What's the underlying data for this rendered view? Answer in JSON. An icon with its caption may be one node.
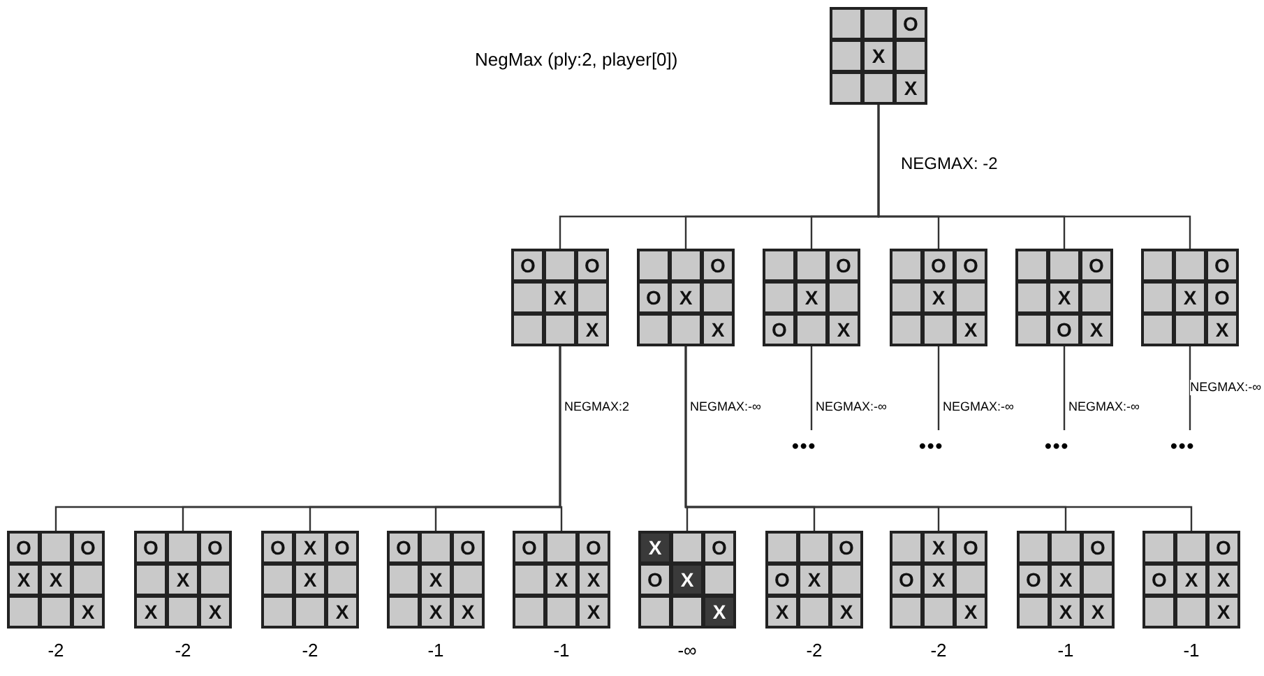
{
  "diagram": {
    "title": "NegMax (ply:2, player[0])",
    "nodes": [
      {
        "text": [],
        "shape": "box"
      },
      {
        "text": [],
        "shape": "box",
        "in": 0
      },
      {
        "text": [],
        "shape": "box",
        "in": 0
      },
      {
        "text": [
          "O"
        ],
        "in": 0
      },
      {
        "text": [],
        "shape": "box",
        "in": 0
      },
      {
        "text": [
          "X"
        ],
        "in": 0
      },
      {
        "text": [],
        "shape": "box",
        "in": 0
      },
      {
        "text": [],
        "shape": "box",
        "in": 0
      },
      {
        "text": [],
        "shape": "box",
        "in": 0
      },
      {
        "text": [
          "X"
        ],
        "in": 0
      },
      {
        "text": [],
        "shape": "box"
      },
      {
        "text": [
          "O"
        ],
        "in": 10
      },
      {
        "text": [],
        "shape": "box",
        "in": 10
      },
      {
        "text": [
          "O"
        ],
        "in": 10
      },
      {
        "text": [],
        "shape": "box",
        "in": 10
      },
      {
        "text": [
          "X"
        ],
        "in": 10
      },
      {
        "text": [],
        "shape": "box",
        "in": 10
      },
      {
        "text": [],
        "shape": "box",
        "in": 10
      },
      {
        "text": [],
        "shape": "box",
        "in": 10
      },
      {
        "text": [
          "X"
        ],
        "in": 10
      },
      {
        "text": [],
        "shape": "box"
      },
      {
        "text": [],
        "shape": "box",
        "in": 20
      },
      {
        "text": [],
        "shape": "box",
        "in": 20
      },
      {
        "text": [
          "O"
        ],
        "in": 20
      },
      {
        "text": [
          "O"
        ],
        "in": 20
      },
      {
        "text": [
          "X"
        ],
        "in": 20
      },
      {
        "text": [],
        "shape": "box",
        "in": 20
      },
      {
        "text": [],
        "shape": "box",
        "in": 20
      },
      {
        "text": [],
        "shape": "box",
        "in": 20
      },
      {
        "text": [
          "X"
        ],
        "in": 20
      },
      {
        "text": [],
        "shape": "box"
      },
      {
        "text": [],
        "shape": "box",
        "in": 30
      },
      {
        "text": [],
        "shape": "box",
        "in": 30
      },
      {
        "text": [
          "O"
        ],
        "in": 30
      },
      {
        "text": [],
        "shape": "box",
        "in": 30
      },
      {
        "text": [
          "X"
        ],
        "in": 30
      },
      {
        "text": [],
        "shape": "box",
        "in": 30
      },
      {
        "text": [
          "O"
        ],
        "in": 30
      },
      {
        "text": [],
        "shape": "box",
        "in": 30
      },
      {
        "text": [
          "X"
        ],
        "in": 30
      },
      {
        "text": [],
        "shape": "box"
      },
      {
        "text": [],
        "shape": "box",
        "in": 40
      },
      {
        "text": [
          "O"
        ],
        "in": 40
      },
      {
        "text": [
          "O"
        ],
        "in": 40
      },
      {
        "text": [],
        "shape": "box",
        "in": 40
      },
      {
        "text": [
          "X"
        ],
        "in": 40
      },
      {
        "text": [],
        "shape": "box",
        "in": 40
      },
      {
        "text": [],
        "shape": "box",
        "in": 40
      },
      {
        "text": [],
        "shape": "box",
        "in": 40
      },
      {
        "text": [
          "X"
        ],
        "in": 40
      },
      {
        "text": [],
        "shape": "box"
      },
      {
        "text": [],
        "shape": "box",
        "in": 50
      },
      {
        "text": [],
        "shape": "box",
        "in": 50
      },
      {
        "text": [
          "O"
        ],
        "in": 50
      },
      {
        "text": [],
        "shape": "box",
        "in": 50
      },
      {
        "text": [
          "X"
        ],
        "in": 50
      },
      {
        "text": [],
        "shape": "box",
        "in": 50
      },
      {
        "text": [],
        "shape": "box",
        "in": 50
      },
      {
        "text": [
          "O"
        ],
        "in": 50
      },
      {
        "text": [
          "X"
        ],
        "in": 50
      },
      {
        "text": [],
        "shape": "box"
      },
      {
        "text": [],
        "shape": "box",
        "in": 60
      },
      {
        "text": [],
        "shape": "box",
        "in": 60
      },
      {
        "text": [
          "O"
        ],
        "in": 60
      },
      {
        "text": [],
        "shape": "box",
        "in": 60
      },
      {
        "text": [
          "X"
        ],
        "in": 60
      },
      {
        "text": [
          "O"
        ],
        "in": 60
      },
      {
        "text": [],
        "shape": "box",
        "in": 60
      },
      {
        "text": [],
        "shape": "box",
        "in": 60
      },
      {
        "text": [
          "X"
        ],
        "in": 60
      },
      {
        "text": [
          "•••"
        ]
      },
      {
        "text": [
          "•••"
        ]
      },
      {
        "text": [
          "•••"
        ]
      },
      {
        "text": [
          "•••"
        ]
      },
      {
        "text": [],
        "shape": "box",
        "beside": [
          "-2"
        ]
      },
      {
        "text": [
          "O"
        ],
        "in": 74
      },
      {
        "text": [],
        "shape": "box",
        "in": 74
      },
      {
        "text": [
          "O"
        ],
        "in": 74
      },
      {
        "text": [
          "X"
        ],
        "in": 74
      },
      {
        "text": [
          "X"
        ],
        "in": 74
      },
      {
        "text": [],
        "shape": "box",
        "in": 74
      },
      {
        "text": [],
        "shape": "box",
        "in": 74
      },
      {
        "text": [],
        "shape": "box",
        "in": 74
      },
      {
        "text": [
          "X"
        ],
        "in": 74
      },
      {
        "text": [],
        "shape": "box",
        "beside": [
          "-2"
        ]
      },
      {
        "text": [
          "O"
        ],
        "in": 84
      },
      {
        "text": [],
        "shape": "box",
        "in": 84
      },
      {
        "text": [
          "O"
        ],
        "in": 84
      },
      {
        "text": [],
        "shape": "box",
        "in": 84
      },
      {
        "text": [
          "X"
        ],
        "in": 84
      },
      {
        "text": [],
        "shape": "box",
        "in": 84
      },
      {
        "text": [
          "X"
        ],
        "in": 84
      },
      {
        "text": [],
        "shape": "box",
        "in": 84
      },
      {
        "text": [
          "X"
        ],
        "in": 84
      },
      {
        "text": [],
        "shape": "box",
        "beside": [
          "-2"
        ]
      },
      {
        "text": [
          "O"
        ],
        "in": 94
      },
      {
        "text": [
          "X"
        ],
        "in": 94
      },
      {
        "text": [
          "O"
        ],
        "in": 94
      },
      {
        "text": [],
        "shape": "box",
        "in": 94
      },
      {
        "text": [
          "X"
        ],
        "in": 94
      },
      {
        "text": [],
        "shape": "box",
        "in": 94
      },
      {
        "text": [],
        "shape": "box",
        "in": 94
      },
      {
        "text": [],
        "shape": "box",
        "in": 94
      },
      {
        "text": [
          "X"
        ],
        "in": 94
      },
      {
        "text": [],
        "shape": "box",
        "beside": [
          "-1"
        ]
      },
      {
        "text": [
          "O"
        ],
        "in": 104
      },
      {
        "text": [],
        "shape": "box",
        "in": 104
      },
      {
        "text": [
          "O"
        ],
        "in": 104
      },
      {
        "text": [],
        "shape": "box",
        "in": 104
      },
      {
        "text": [
          "X"
        ],
        "in": 104
      },
      {
        "text": [],
        "shape": "box",
        "in": 104
      },
      {
        "text": [],
        "shape": "box",
        "in": 104
      },
      {
        "text": [
          "X"
        ],
        "in": 104
      },
      {
        "text": [
          "X"
        ],
        "in": 104
      },
      {
        "text": [],
        "shape": "box",
        "beside": [
          "-1"
        ]
      },
      {
        "text": [
          "O"
        ],
        "in": 114
      },
      {
        "text": [],
        "shape": "box",
        "in": 114
      },
      {
        "text": [
          "O"
        ],
        "in": 114
      },
      {
        "text": [],
        "shape": "box",
        "in": 114
      },
      {
        "text": [
          "X"
        ],
        "in": 114
      },
      {
        "text": [
          "X"
        ],
        "in": 114
      },
      {
        "text": [],
        "shape": "box",
        "in": 114
      },
      {
        "text": [],
        "shape": "box",
        "in": 114
      },
      {
        "text": [
          "X"
        ],
        "in": 114
      },
      {
        "text": [],
        "shape": "box",
        "beside": [
          "-∞"
        ]
      },
      {
        "text": [
          "X"
        ],
        "in": 124
      },
      {
        "text": [],
        "shape": "box",
        "in": 124
      },
      {
        "text": [
          "O"
        ],
        "in": 124
      },
      {
        "text": [
          "O"
        ],
        "in": 124
      },
      {
        "text": [
          "X"
        ],
        "in": 124
      },
      {
        "text": [],
        "shape": "box",
        "in": 124
      },
      {
        "text": [],
        "shape": "box",
        "in": 124
      },
      {
        "text": [],
        "shape": "box",
        "in": 124
      },
      {
        "text": [
          "X"
        ],
        "in": 124
      },
      {
        "text": [],
        "shape": "box",
        "beside": [
          "-2"
        ]
      },
      {
        "text": [],
        "shape": "box",
        "in": 134
      },
      {
        "text": [],
        "shape": "box",
        "in": 134
      },
      {
        "text": [
          "O"
        ],
        "in": 134
      },
      {
        "text": [
          "O"
        ],
        "in": 134
      },
      {
        "text": [
          "X"
        ],
        "in": 134
      },
      {
        "text": [],
        "shape": "box",
        "in": 134
      },
      {
        "text": [
          "X"
        ],
        "in": 134
      },
      {
        "text": [],
        "shape": "box",
        "in": 134
      },
      {
        "text": [
          "X"
        ],
        "in": 134
      },
      {
        "text": [],
        "shape": "box",
        "beside": [
          "-2"
        ]
      },
      {
        "text": [],
        "shape": "box",
        "in": 144
      },
      {
        "text": [
          "X"
        ],
        "in": 144
      },
      {
        "text": [
          "O"
        ],
        "in": 144
      },
      {
        "text": [
          "O"
        ],
        "in": 144
      },
      {
        "text": [
          "X"
        ],
        "in": 144
      },
      {
        "text": [],
        "shape": "box",
        "in": 144
      },
      {
        "text": [],
        "shape": "box",
        "in": 144
      },
      {
        "text": [],
        "shape": "box",
        "in": 144
      },
      {
        "text": [
          "X"
        ],
        "in": 144
      },
      {
        "text": [],
        "shape": "box",
        "beside": [
          "-1"
        ]
      },
      {
        "text": [],
        "shape": "box",
        "in": 154
      },
      {
        "text": [],
        "shape": "box",
        "in": 154
      },
      {
        "text": [
          "O"
        ],
        "in": 154
      },
      {
        "text": [
          "O"
        ],
        "in": 154
      },
      {
        "text": [
          "X"
        ],
        "in": 154
      },
      {
        "text": [],
        "shape": "box",
        "in": 154
      },
      {
        "text": [],
        "shape": "box",
        "in": 154
      },
      {
        "text": [
          "X"
        ],
        "in": 154
      },
      {
        "text": [
          "X"
        ],
        "in": 154
      },
      {
        "text": [],
        "shape": "box",
        "beside": [
          "-1"
        ]
      },
      {
        "text": [],
        "shape": "box",
        "in": 164
      },
      {
        "text": [],
        "shape": "box",
        "in": 164
      },
      {
        "text": [
          "O"
        ],
        "in": 164
      },
      {
        "text": [
          "O"
        ],
        "in": 164
      },
      {
        "text": [
          "X"
        ],
        "in": 164
      },
      {
        "text": [
          "X"
        ],
        "in": 164
      },
      {
        "text": [],
        "shape": "box",
        "in": 164
      },
      {
        "text": [],
        "shape": "box",
        "in": 164
      },
      {
        "text": [
          "X"
        ],
        "in": 164
      }
    ],
    "edges": [
      {
        "from": 0,
        "to": 10,
        "arrow": "none",
        "label": "NEGMAX: -2"
      },
      {
        "from": 0,
        "to": 20,
        "arrow": "none"
      },
      {
        "from": 0,
        "to": 30,
        "arrow": "none"
      },
      {
        "from": 0,
        "to": 40,
        "arrow": "none"
      },
      {
        "from": 0,
        "to": 50,
        "arrow": "none"
      },
      {
        "from": 0,
        "to": 60,
        "arrow": "none"
      },
      {
        "from": 10,
        "to": 74,
        "arrow": "none",
        "label": "NEGMAX:2"
      },
      {
        "from": 10,
        "to": 84,
        "arrow": "none"
      },
      {
        "from": 10,
        "to": 94,
        "arrow": "none"
      },
      {
        "from": 10,
        "to": 104,
        "arrow": "none"
      },
      {
        "from": 10,
        "to": 114,
        "arrow": "none"
      },
      {
        "from": 20,
        "to": 124,
        "arrow": "none",
        "label": "NEGMAX:-∞"
      },
      {
        "from": 20,
        "to": 134,
        "arrow": "none"
      },
      {
        "from": 20,
        "to": 144,
        "arrow": "none"
      },
      {
        "from": 20,
        "to": 154,
        "arrow": "none"
      },
      {
        "from": 20,
        "to": 164,
        "arrow": "none"
      },
      {
        "from": 30,
        "to": 70,
        "arrow": "none",
        "label": "NEGMAX:-∞"
      },
      {
        "from": 40,
        "to": 71,
        "arrow": "none",
        "label": "NEGMAX:-∞"
      },
      {
        "from": 50,
        "to": 72,
        "arrow": "none",
        "label": "NEGMAX:-∞"
      },
      {
        "from": 60,
        "to": 73,
        "arrow": "none",
        "label": "NEGMAX:-∞"
      }
    ]
  }
}
